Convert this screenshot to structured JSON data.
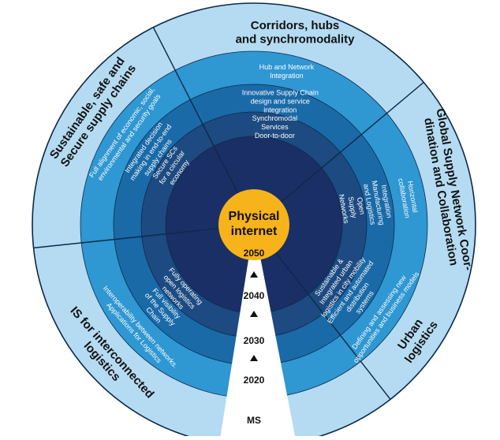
{
  "colors": {
    "ring_outer": "#b5dbf2",
    "ring_2": "#2f97d2",
    "ring_3": "#1a6aa8",
    "ring_4": "#1d4a80",
    "ring_5": "#1a2f66",
    "center": "#f7b31a",
    "divider": "#0b2a4a",
    "text_dark": "#111111",
    "text_light": "#ffffff",
    "timeline_bg": "#ffffff"
  },
  "center": {
    "line1": "Physical",
    "line2": "internet",
    "year": "2050"
  },
  "timeline": {
    "years": [
      "2040",
      "2030",
      "2020"
    ],
    "bottom_label": "MS"
  },
  "segments": {
    "top": {
      "title_lines": [
        "Corridors, hubs",
        "and synchromodality"
      ],
      "ring2_lines": [
        "Hub and Network",
        "Integration"
      ],
      "ring3_lines": [
        "Innovative Supply Chain",
        "design and service",
        "integration"
      ],
      "ring4_lines": [
        "Synchromodal",
        "Services",
        "Door-to-door"
      ]
    },
    "left": {
      "title_lines": [
        "Sustainable, safe and",
        "Secure supply chains"
      ],
      "ring2_lines": [
        "Full alignment of economic, social,",
        "environmental and security goals"
      ],
      "ring3_lines": [
        "Integrated decision",
        "making in end-to-end",
        "supply chains"
      ],
      "ring4_lines": [
        "Secure SCs",
        "for a circular",
        "economy"
      ]
    },
    "right": {
      "title_lines": [
        "Global Supply Network Coor-",
        "dination and Collaboration"
      ],
      "ring2_lines": [
        "Horizontal",
        "collaboration"
      ],
      "ring3_lines": [
        "Integration",
        "Manufacturing",
        "and Logistics"
      ],
      "ring4_lines": [
        "Open",
        "Supply",
        "Networks"
      ]
    },
    "bottom_left": {
      "title_lines": [
        "IS for interconnected",
        "logistics"
      ],
      "ring2_lines": [
        "Interoperability between networks.",
        "Applications for Logistics"
      ],
      "ring3_lines": [
        "Full visibility",
        "of the Supply",
        "Chain"
      ],
      "ring4_lines": [
        "Fully operating",
        "open logistics",
        "networks"
      ]
    },
    "bottom_right": {
      "title_lines": [
        "Urban",
        "logistics"
      ],
      "ring2_lines": [
        "Defining and assessing new",
        "opportunities and business models"
      ],
      "ring3_lines": [
        "Efficient and automated",
        "distribution",
        "systems"
      ],
      "ring4_lines": [
        "Sustainable &",
        "Integrated urban",
        "logistics in city mobility"
      ]
    }
  }
}
